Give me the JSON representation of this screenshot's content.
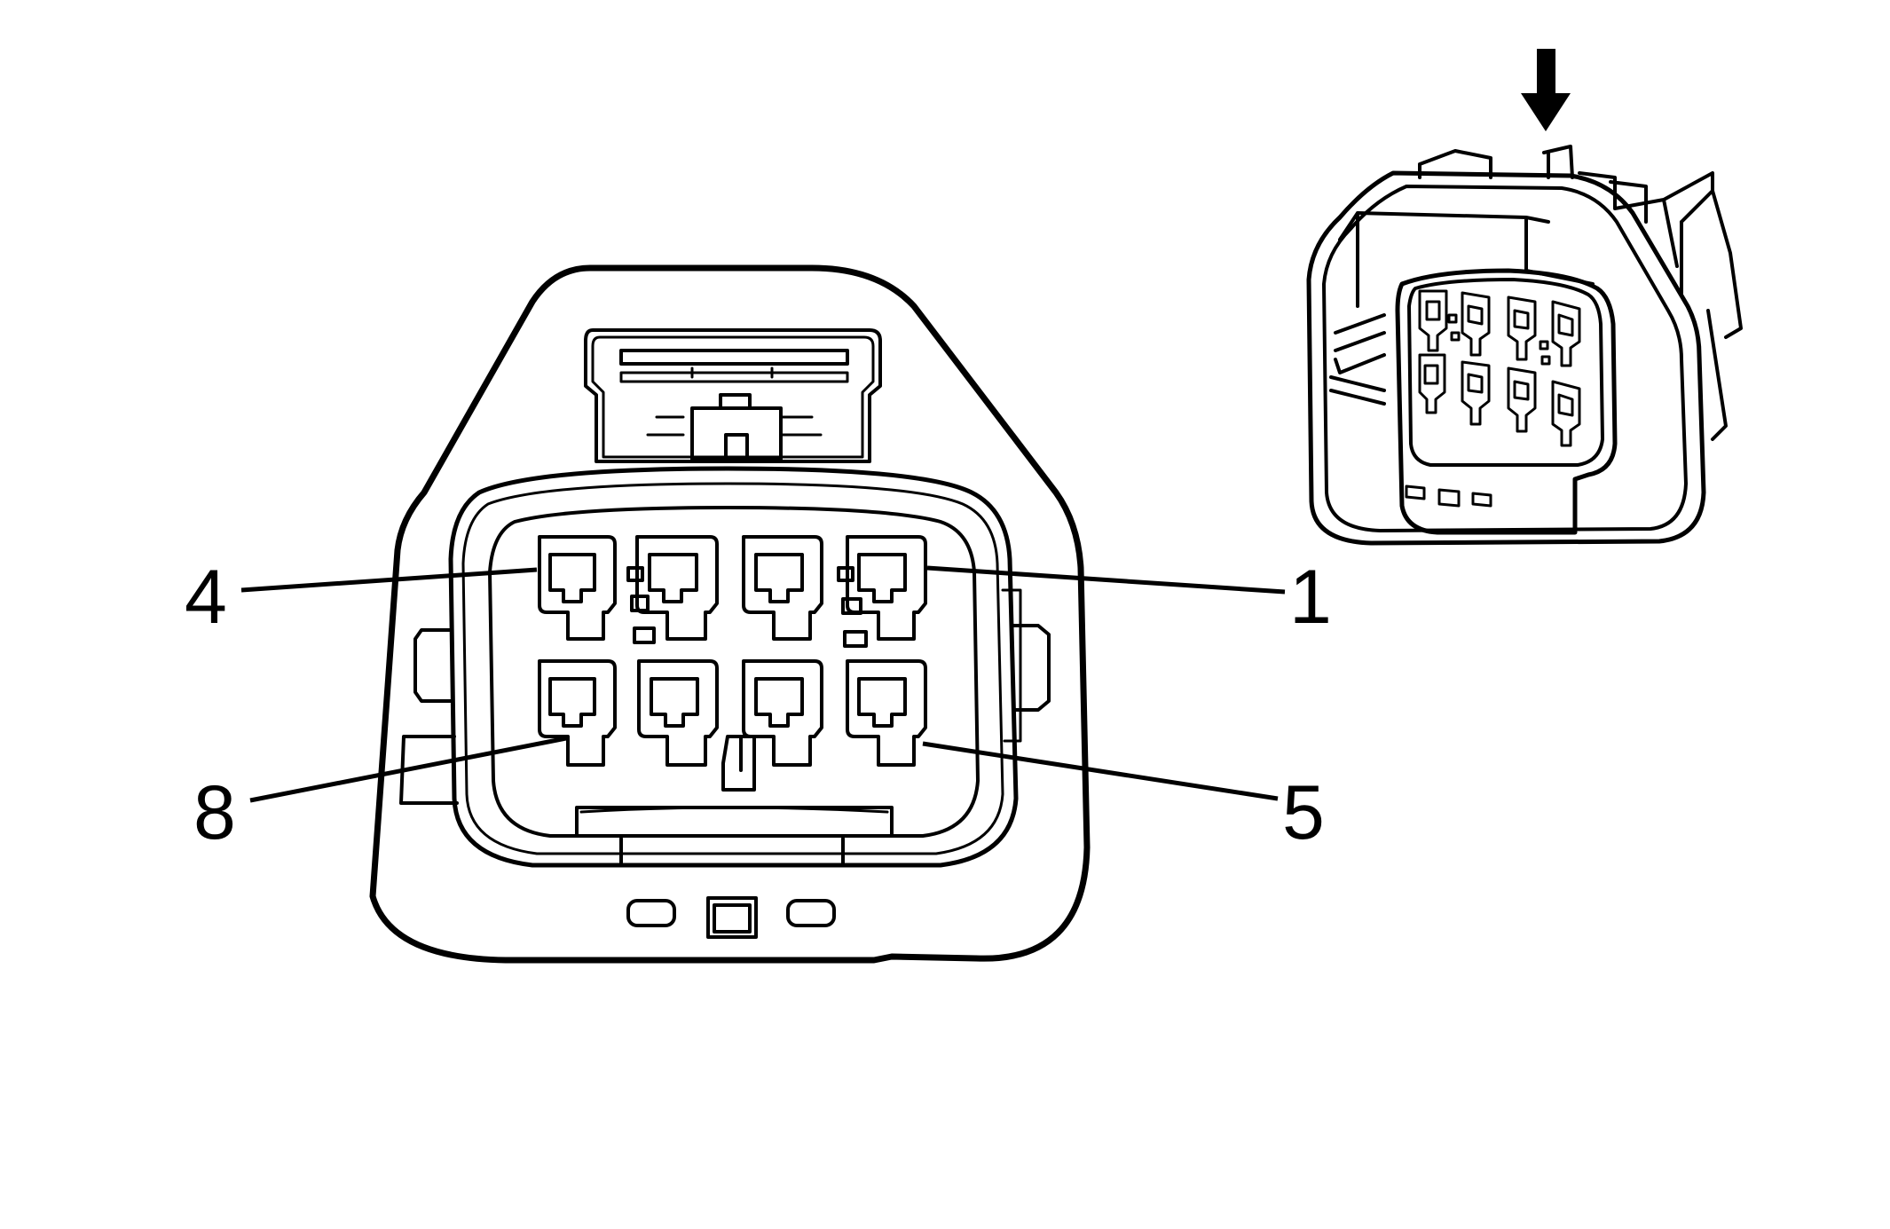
{
  "diagram": {
    "pin_labels": {
      "pin4": "4",
      "pin1": "1",
      "pin8": "8",
      "pin5": "5"
    },
    "colors": {
      "line": "#000000",
      "background": "#ffffff"
    },
    "icons": {
      "insertion_arrow": "arrow-down-icon"
    }
  }
}
